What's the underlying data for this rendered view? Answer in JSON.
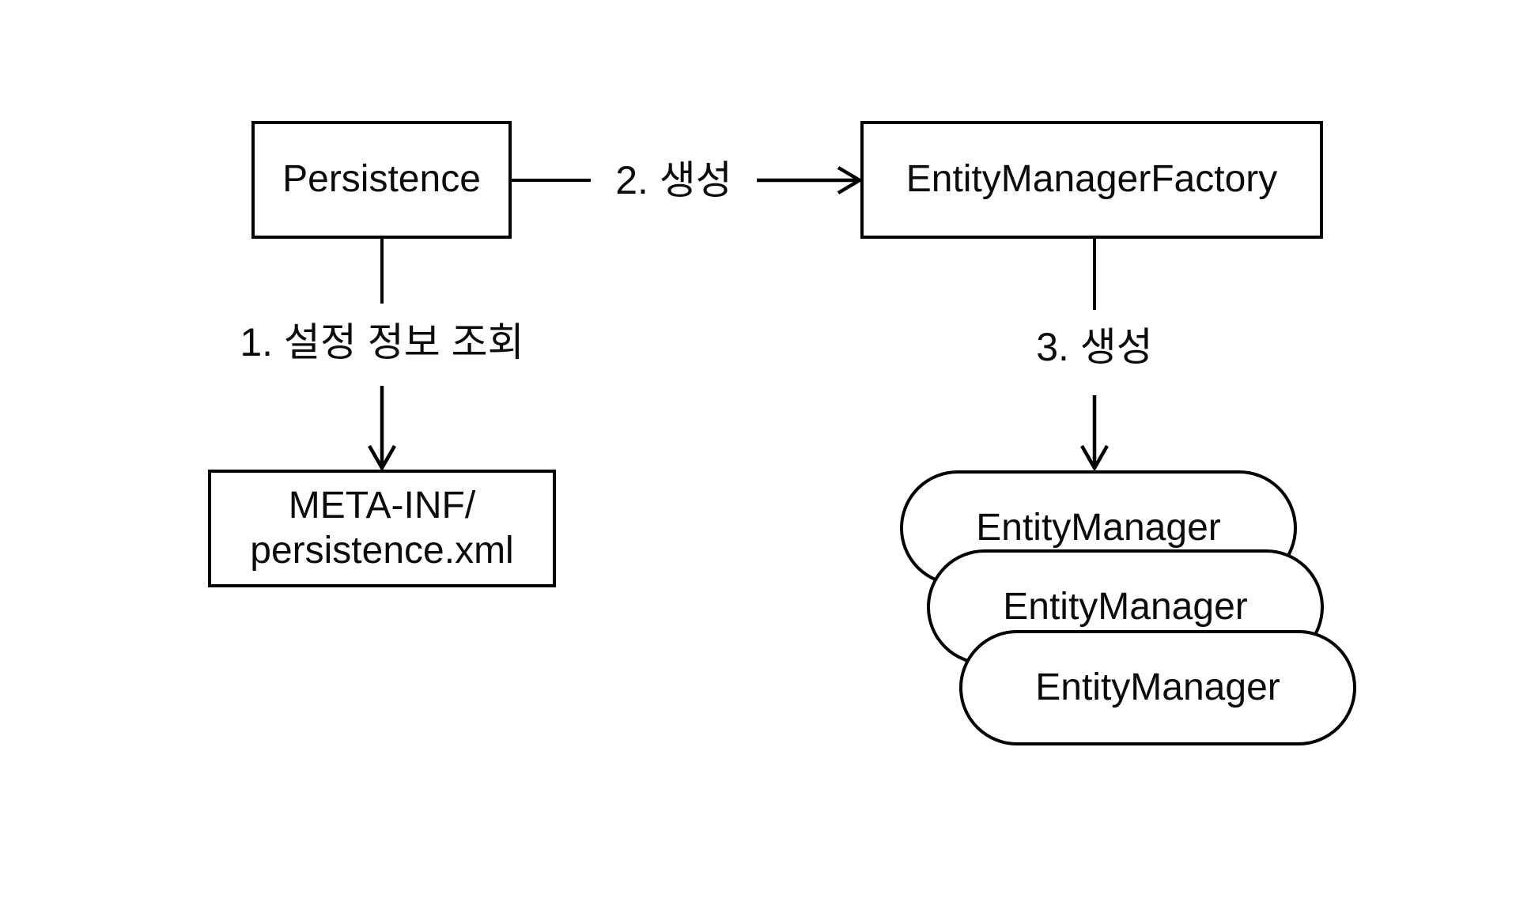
{
  "diagram": {
    "colors": {
      "stroke": "#000000",
      "text": "#0b0b0b",
      "background": "#ffffff"
    },
    "nodes": {
      "persistence": {
        "label": "Persistence",
        "shape": "rectangle"
      },
      "entity_manager_factory": {
        "label": "EntityManagerFactory",
        "shape": "rectangle"
      },
      "meta_inf": {
        "label_line1": "META-INF/",
        "label_line2": "persistence.xml",
        "shape": "rectangle"
      },
      "entity_manager_1": {
        "label": "EntityManager",
        "shape": "rounded-pill"
      },
      "entity_manager_2": {
        "label": "EntityManager",
        "shape": "rounded-pill"
      },
      "entity_manager_3": {
        "label": "EntityManager",
        "shape": "rounded-pill"
      }
    },
    "edges": {
      "step1": {
        "label": "1. 설정 정보 조회",
        "from": "Persistence",
        "to": "META-INF/persistence.xml",
        "direction": "down"
      },
      "step2": {
        "label": "2. 생성",
        "from": "Persistence",
        "to": "EntityManagerFactory",
        "direction": "right"
      },
      "step3": {
        "label": "3. 생성",
        "from": "EntityManagerFactory",
        "to": "EntityManager",
        "direction": "down"
      }
    }
  }
}
